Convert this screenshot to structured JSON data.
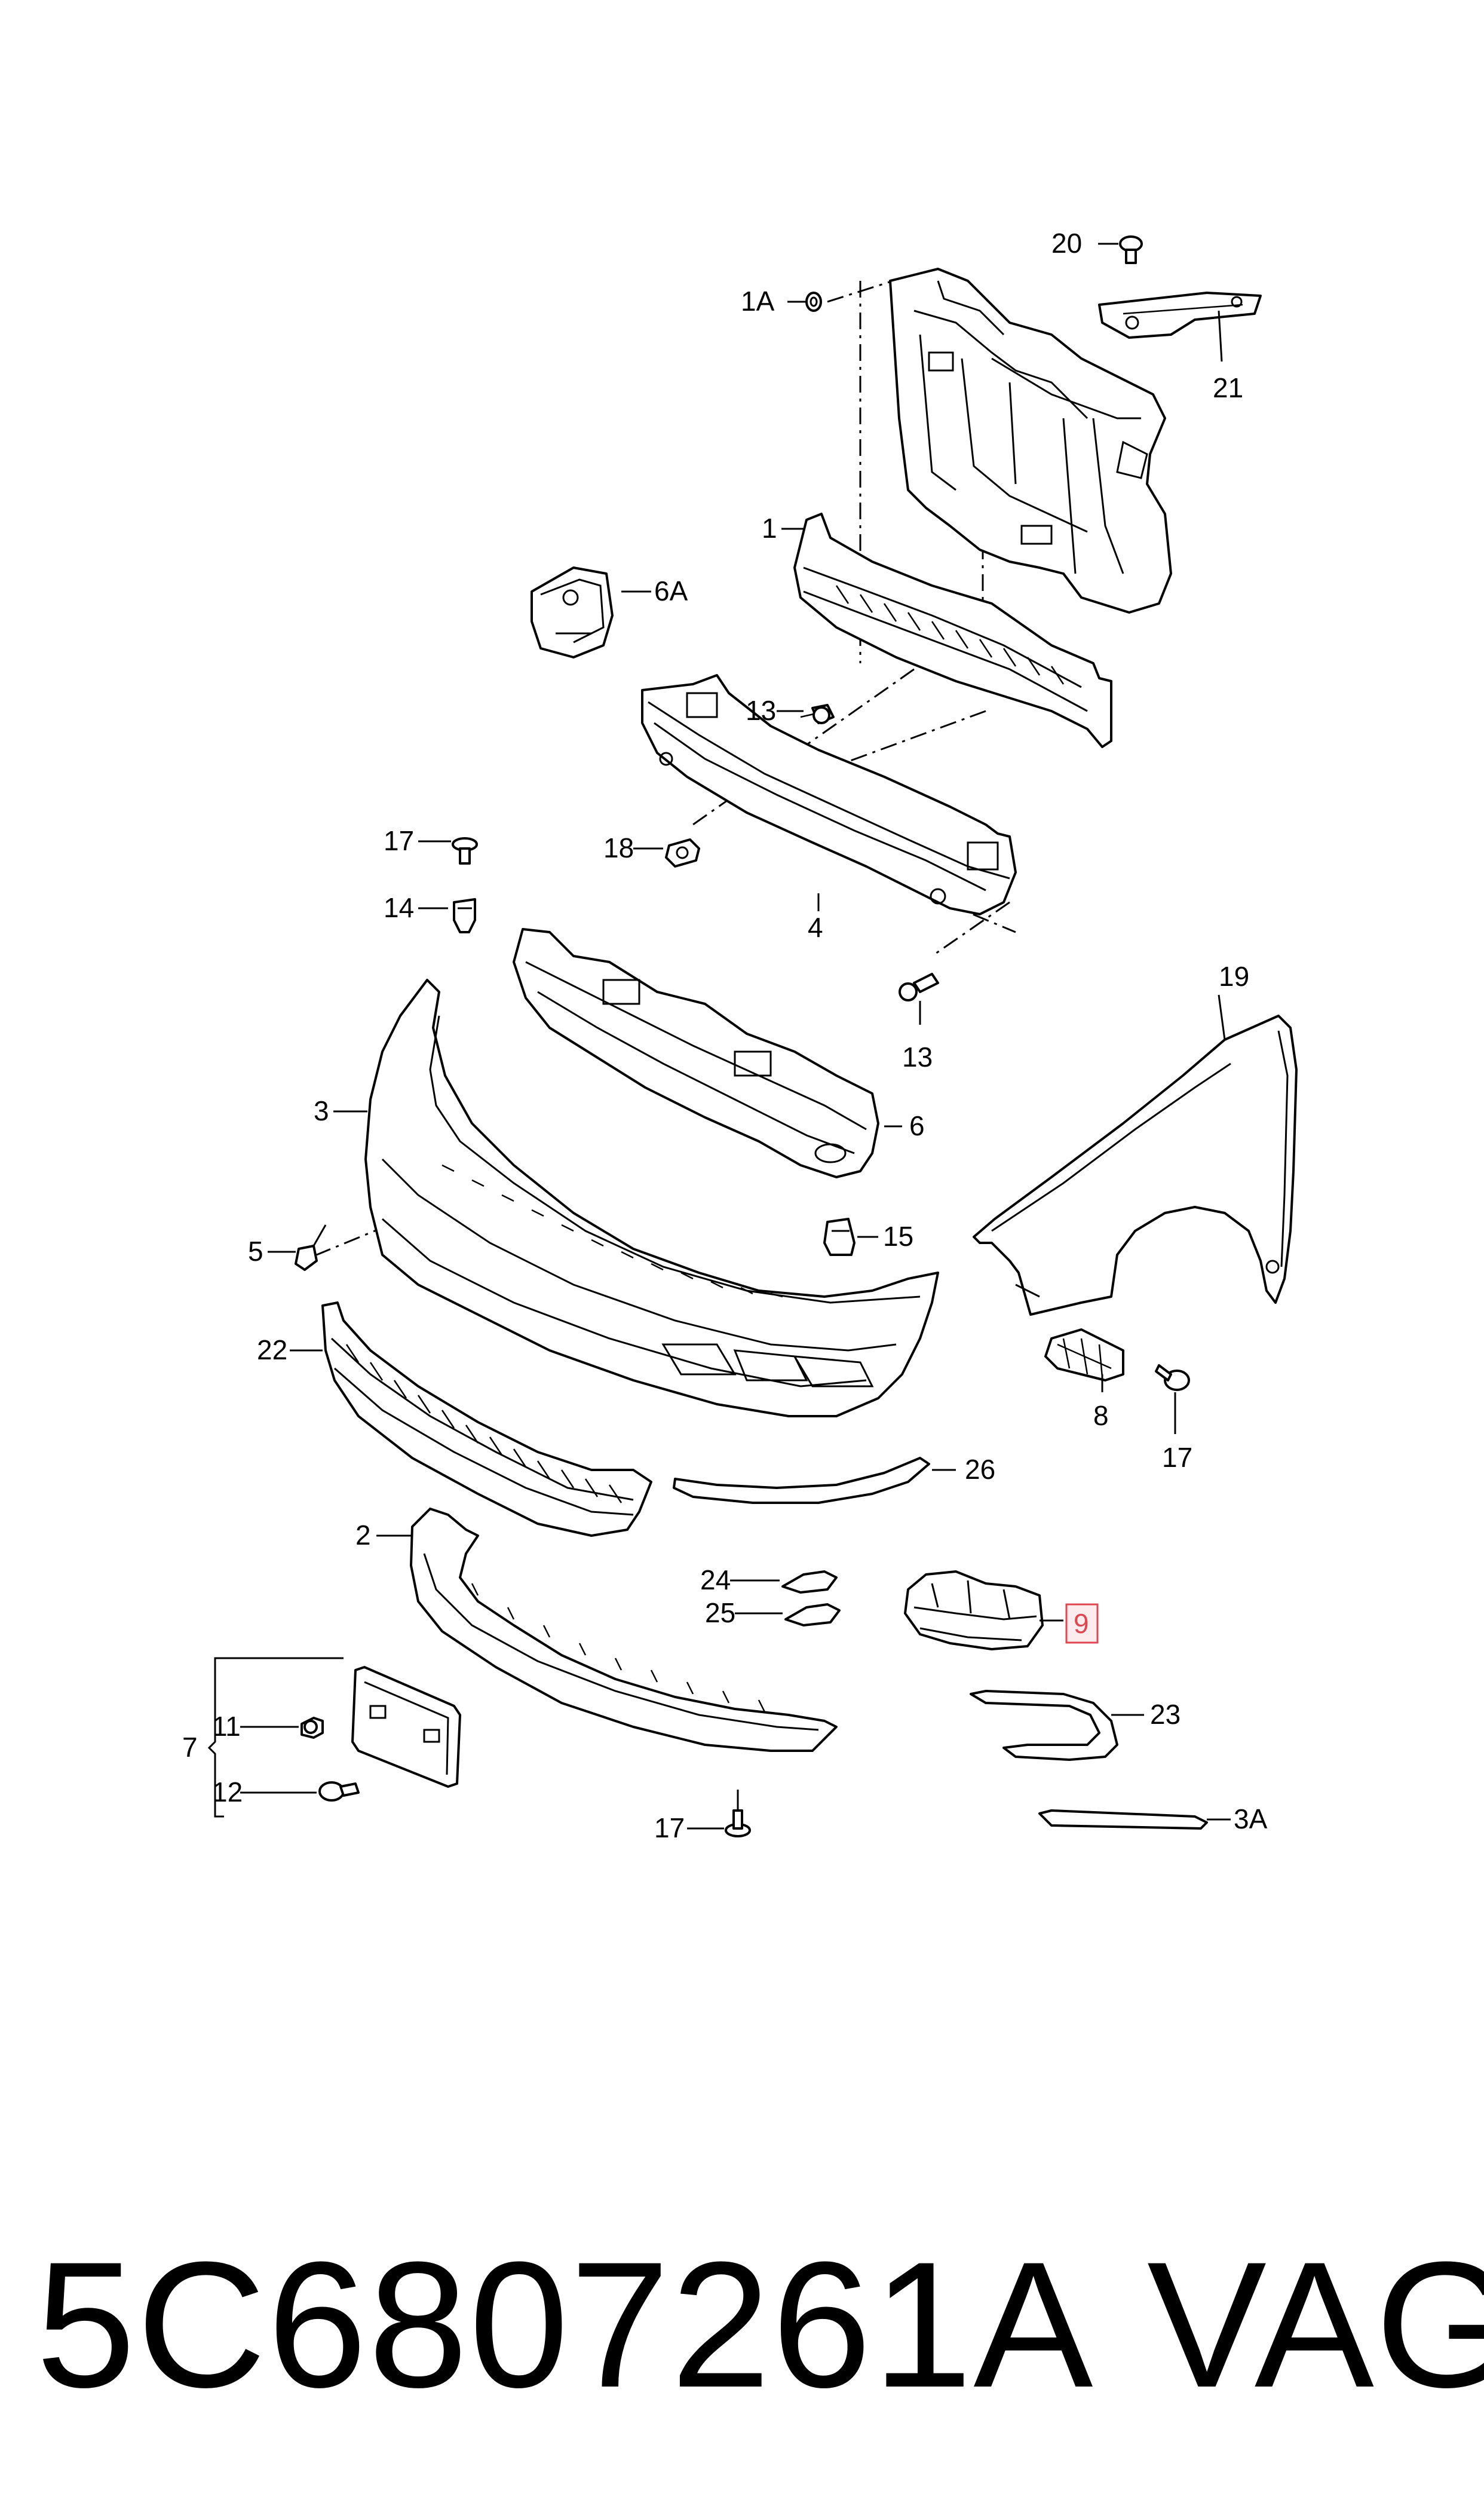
{
  "labels": {
    "p1": "1",
    "p1a": "1A",
    "p2": "2",
    "p3": "3",
    "p3a": "3A",
    "p4": "4",
    "p5": "5",
    "p6": "6",
    "p6a": "6A",
    "p7": "7",
    "p8": "8",
    "p9": "9",
    "p11": "11",
    "p12": "12",
    "p13a": "13",
    "p13b": "13",
    "p14": "14",
    "p15": "15",
    "p17a": "17",
    "p17b": "17",
    "p17c": "17",
    "p18": "18",
    "p19": "19",
    "p20": "20",
    "p21": "21",
    "p22": "22",
    "p23": "23",
    "p24": "24",
    "p25": "25",
    "p26": "26"
  },
  "highlight_color": "#e0464e",
  "footer": {
    "part_number": "5C6807261A",
    "brand": "VAG"
  }
}
